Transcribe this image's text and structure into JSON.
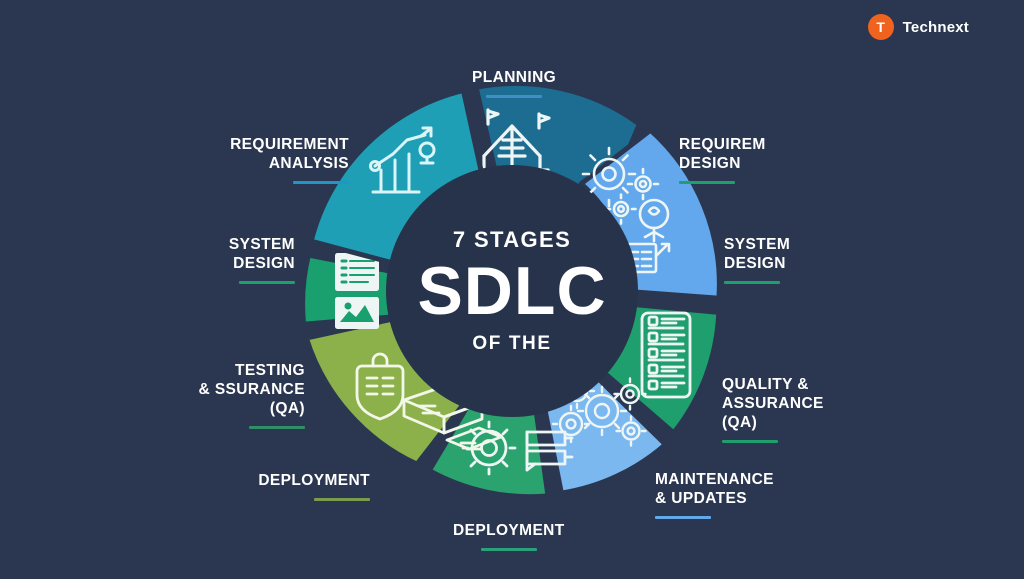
{
  "brand": {
    "mark_letter": "T",
    "name": "Technext"
  },
  "background_color": "#2b3750",
  "center": {
    "top_label": "7 STAGES",
    "main_label": "SDLC",
    "bottom_label": "OF THE"
  },
  "wheel": {
    "inner_hub_color": "#27334b",
    "segment_gap_color": "#2b3750",
    "icon_stroke_color": "#eef6f5"
  },
  "stages": [
    {
      "id": "planning",
      "label": "PLANNING",
      "rule_color": "#3f8fc4",
      "segment_color": "#1d6d92",
      "icon_name": "planning-site-icon",
      "position": "top"
    },
    {
      "id": "requirement-design",
      "label": "REQUIREM\nDESIGN",
      "rule_color": "#1f9e6e",
      "segment_color": "#63a8ec",
      "icon_name": "gears-cogs-icon",
      "position": "upper-right"
    },
    {
      "id": "system-design-right",
      "label": "SYSTEM\nDESIGN",
      "rule_color": "#1f9e6e",
      "segment_color": "#1f9e6e",
      "icon_name": "form-list-icon",
      "position": "right"
    },
    {
      "id": "quality-assurance-right",
      "label": "QUALITY &\nASSURANCE\n(QA)",
      "rule_color": "#1f9e6e",
      "segment_color": "#1f9e6e",
      "icon_name": "form-list-icon",
      "position": "lower-right"
    },
    {
      "id": "maintenance-updates",
      "label": "MAINTENANCE\n& UPDATES",
      "rule_color": "#63a8ec",
      "segment_color": "#7bb8f0",
      "icon_name": "maintenance-gears-icon",
      "position": "bottom-right"
    },
    {
      "id": "deployment-bottom",
      "label": "DEPLOYMENT",
      "rule_color": "#2aa17a",
      "segment_color": "#2aa36f",
      "icon_name": "gear-server-icon",
      "position": "bottom"
    },
    {
      "id": "deployment-left",
      "label": "DEPLOYMENT",
      "rule_color": "#7a9c4e",
      "segment_color": "#8cb14b",
      "icon_name": "clipboard-printer-icon",
      "position": "bottom-left"
    },
    {
      "id": "testing-assurance",
      "label": "TESTING\n& SSURANCE\n(QA)",
      "rule_color": "#2f8f66",
      "segment_color": "#8cb14b",
      "icon_name": "clipboard-printer-icon",
      "position": "lower-left"
    },
    {
      "id": "system-design-left",
      "label": "SYSTEM\nDESIGN",
      "rule_color": "#1f9e6e",
      "segment_color": "#19a06e",
      "icon_name": "document-checklist-icon",
      "position": "left"
    },
    {
      "id": "requirement-analysis",
      "label": "REQUIREMENT\nANALYSIS",
      "rule_color": "#2196c4",
      "segment_color": "#1f9fb5",
      "icon_name": "bar-chart-trend-icon",
      "position": "upper-left"
    }
  ]
}
